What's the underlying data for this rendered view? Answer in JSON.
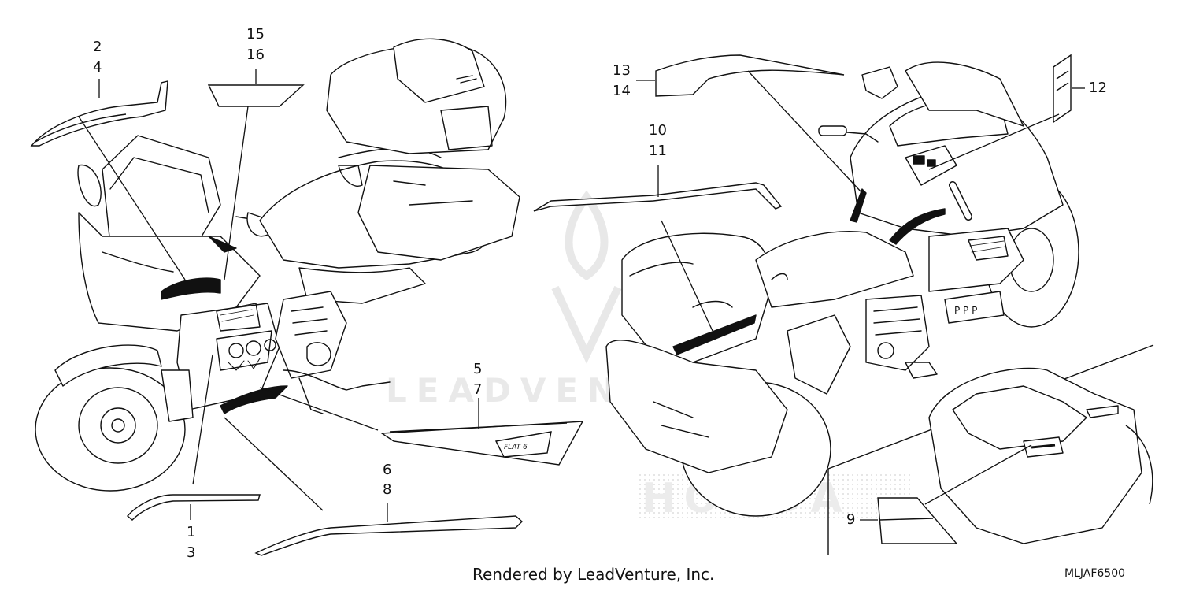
{
  "diagram": {
    "callouts": {
      "c2": "2",
      "c4": "4",
      "c15": "15",
      "c16": "16",
      "c13": "13",
      "c14": "14",
      "c10": "10",
      "c11": "11",
      "c12": "12",
      "c5": "5",
      "c7": "7",
      "c6": "6",
      "c8": "8",
      "c1": "1",
      "c3": "3",
      "c9": "9"
    },
    "emblem_text": "FLAT 6",
    "watermark_text": "LEADVENTURE",
    "honda_text": "HONDA"
  },
  "footer": {
    "rendered_by": "Rendered by LeadVenture, Inc.",
    "code": "MLJAF6500"
  },
  "colors": {
    "ink": "#111111",
    "watermark": "#e6e6e6"
  }
}
